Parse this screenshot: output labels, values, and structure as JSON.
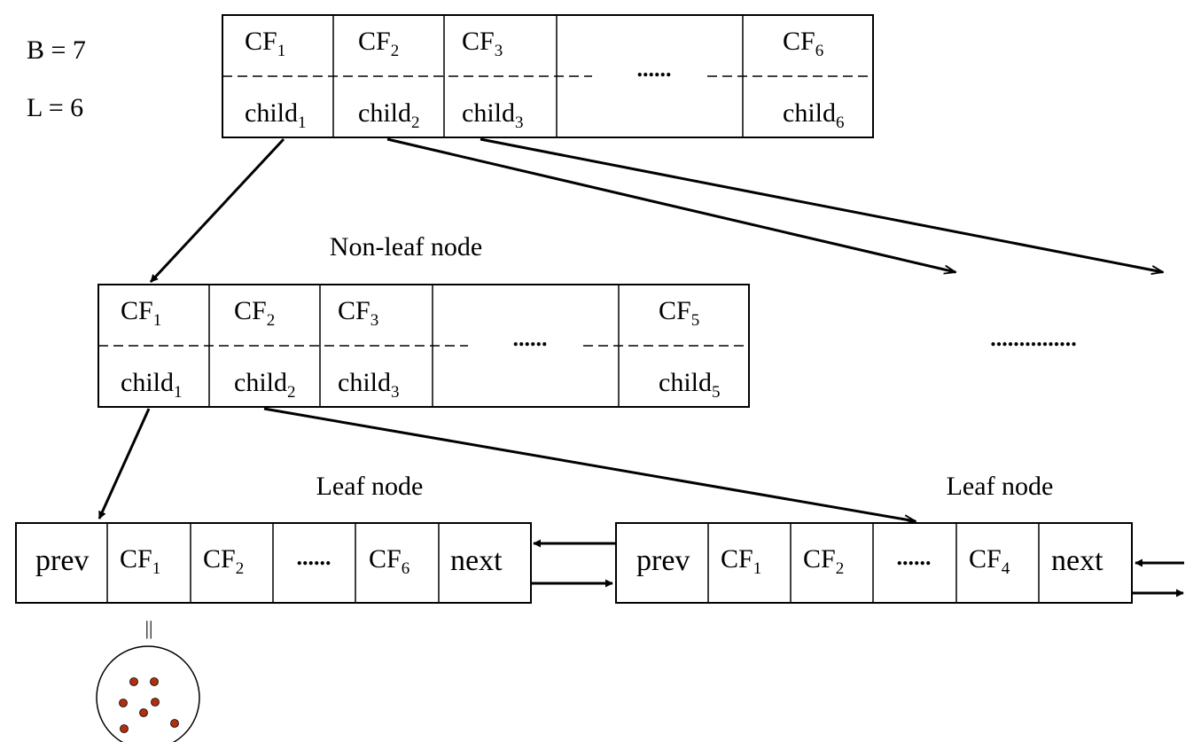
{
  "params": {
    "b": "B = 7",
    "l": "L = 6"
  },
  "labels": {
    "nonleaf": "Non-leaf node",
    "leaf_left": "Leaf node",
    "leaf_right": "Leaf node"
  },
  "root": {
    "cf": [
      {
        "base": "CF",
        "sub": "1"
      },
      {
        "base": "CF",
        "sub": "2"
      },
      {
        "base": "CF",
        "sub": "3"
      },
      {
        "base": "CF",
        "sub": "6"
      }
    ],
    "child": [
      {
        "base": "child",
        "sub": "1"
      },
      {
        "base": "child",
        "sub": "2"
      },
      {
        "base": "child",
        "sub": "3"
      },
      {
        "base": "child",
        "sub": "6"
      }
    ],
    "gap": "......"
  },
  "nonleaf": {
    "cf": [
      {
        "base": "CF",
        "sub": "1"
      },
      {
        "base": "CF",
        "sub": "2"
      },
      {
        "base": "CF",
        "sub": "3"
      },
      {
        "base": "CF",
        "sub": "5"
      }
    ],
    "child": [
      {
        "base": "child",
        "sub": "1"
      },
      {
        "base": "child",
        "sub": "2"
      },
      {
        "base": "child",
        "sub": "3"
      },
      {
        "base": "child",
        "sub": "5"
      }
    ],
    "gap": "......"
  },
  "more_nodes": "...............",
  "leaf_left": {
    "prev": "prev",
    "cf": [
      {
        "base": "CF",
        "sub": "1"
      },
      {
        "base": "CF",
        "sub": "2"
      },
      {
        "base": "CF",
        "sub": "6"
      }
    ],
    "gap": "......",
    "next": "next"
  },
  "leaf_right": {
    "prev": "prev",
    "cf": [
      {
        "base": "CF",
        "sub": "1"
      },
      {
        "base": "CF",
        "sub": "2"
      },
      {
        "base": "CF",
        "sub": "4"
      }
    ],
    "gap": "......",
    "next": "next"
  },
  "equals_mark": "||",
  "colors": {
    "points": "#b32d0f",
    "lines": "#000000"
  }
}
